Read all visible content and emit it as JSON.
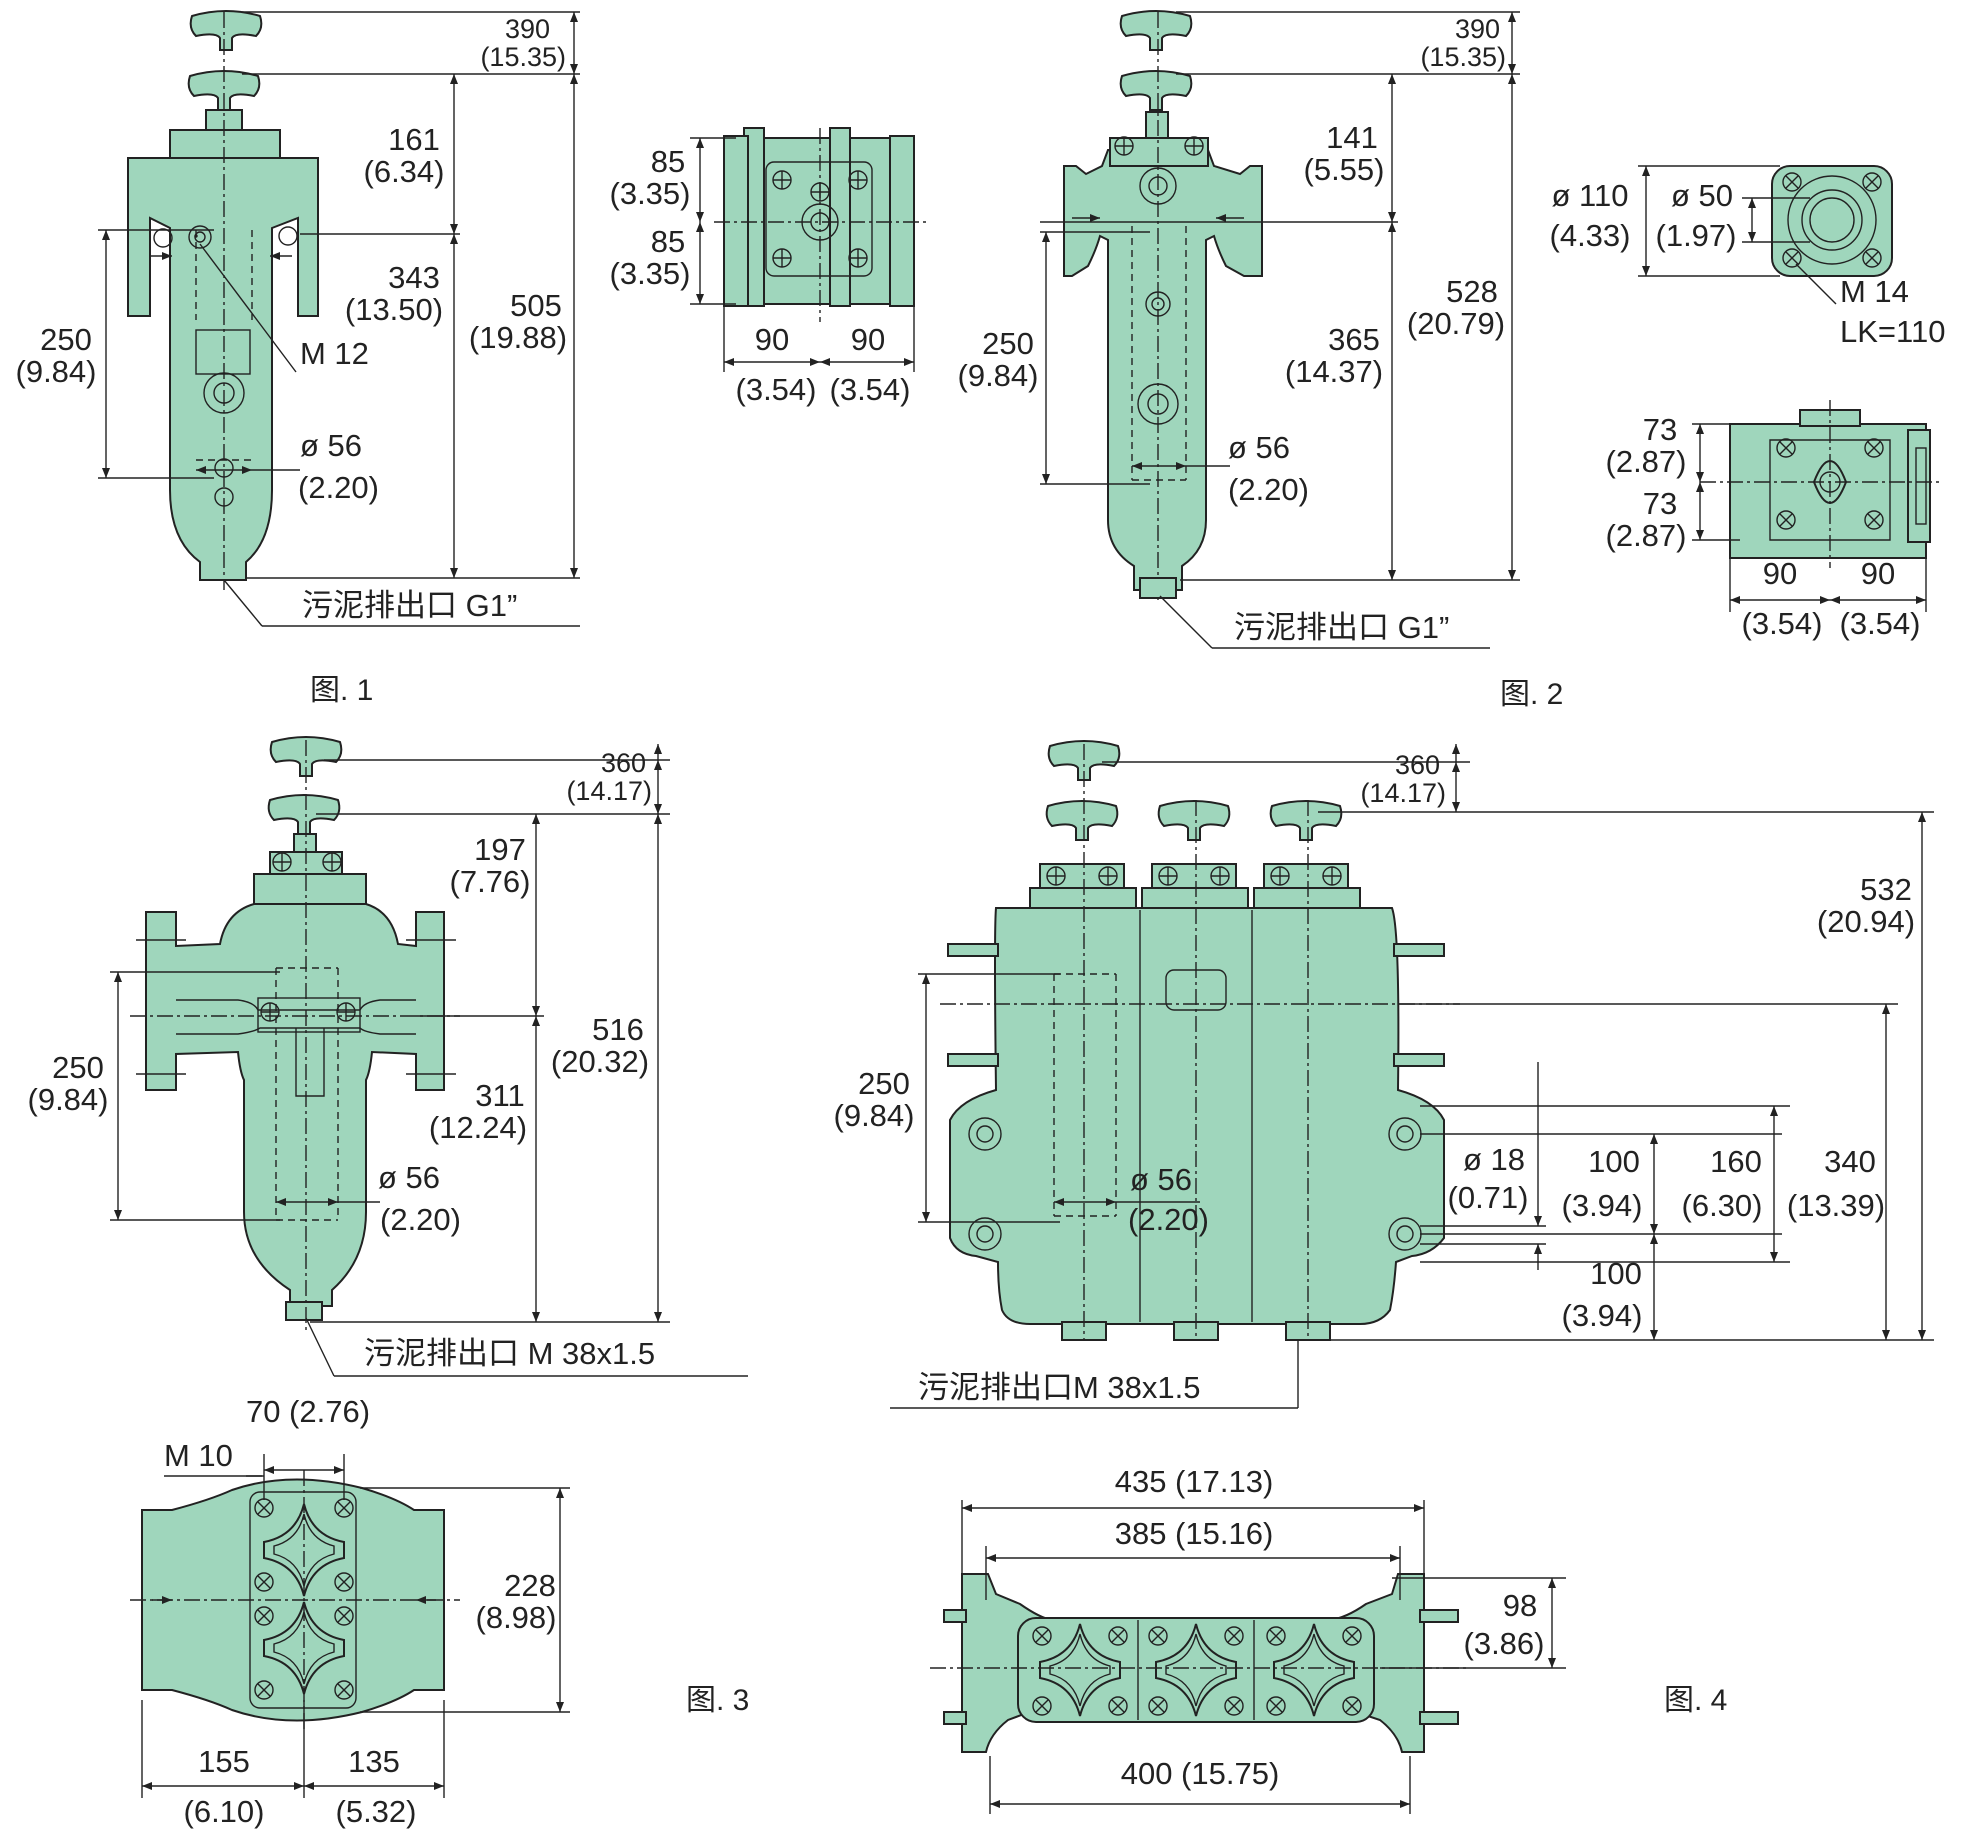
{
  "fig1": {
    "caption": "图. 1",
    "dim_top": "390",
    "dim_top_in": "(15.35)",
    "dim_161": "161",
    "dim_161_in": "(6.34)",
    "dim_343": "343",
    "dim_343_in": "(13.50)",
    "dim_505": "505",
    "dim_505_in": "(19.88)",
    "dim_250": "250",
    "dim_250_in": "(9.84)",
    "thread": "M 12",
    "dia": "ø 56",
    "dia_in": "(2.20)",
    "drain": "污泥排出口 G1”"
  },
  "fig1_side": {
    "dim_85a": "85",
    "dim_85a_in": "(3.35)",
    "dim_85b": "85",
    "dim_85b_in": "(3.35)",
    "dim_90a": "90",
    "dim_90a_in": "(3.54)",
    "dim_90b": "90",
    "dim_90b_in": "(3.54)"
  },
  "fig2": {
    "caption": "图. 2",
    "dim_top": "390",
    "dim_top_in": "(15.35)",
    "dim_141": "141",
    "dim_141_in": "(5.55)",
    "dim_365": "365",
    "dim_365_in": "(14.37)",
    "dim_528": "528",
    "dim_528_in": "(20.79)",
    "dim_250": "250",
    "dim_250_in": "(9.84)",
    "dia": "ø 56",
    "dia_in": "(2.20)",
    "drain": "污泥排出口 G1”",
    "flange_dia": "ø 110",
    "flange_dia_in": "(4.33)",
    "bore_dia": "ø 50",
    "bore_dia_in": "(1.97)",
    "bolt": "M 14",
    "lk": "LK=110",
    "dim_73a": "73",
    "dim_73a_in": "(2.87)",
    "dim_73b": "73",
    "dim_73b_in": "(2.87)",
    "dim_90a": "90",
    "dim_90a_in": "(3.54)",
    "dim_90b": "90",
    "dim_90b_in": "(3.54)"
  },
  "fig3": {
    "caption": "图. 3",
    "dim_top": "360",
    "dim_top_in": "(14.17)",
    "dim_197": "197",
    "dim_197_in": "(7.76)",
    "dim_311": "311",
    "dim_311_in": "(12.24)",
    "dim_516": "516",
    "dim_516_in": "(20.32)",
    "dim_250": "250",
    "dim_250_in": "(9.84)",
    "dia": "ø 56",
    "dia_in": "(2.20)",
    "drain": "污泥排出口 M 38x1.5",
    "dim_70": "70 (2.76)",
    "bolt": "M 10",
    "dim_228": "228",
    "dim_228_in": "(8.98)",
    "dim_155": "155",
    "dim_155_in": "(6.10)",
    "dim_135": "135",
    "dim_135_in": "(5.32)"
  },
  "fig4": {
    "caption": "图. 4",
    "dim_top": "360",
    "dim_top_in": "(14.17)",
    "dim_532": "532",
    "dim_532_in": "(20.94)",
    "dim_250": "250",
    "dim_250_in": "(9.84)",
    "dia": "ø 56",
    "dia_in": "(2.20)",
    "hole": "ø 18",
    "hole_in": "(0.71)",
    "dim_100a": "100",
    "dim_100a_in": "(3.94)",
    "dim_100b": "100",
    "dim_100b_in": "(3.94)",
    "dim_160": "160",
    "dim_160_in": "(6.30)",
    "dim_340": "340",
    "dim_340_in": "(13.39)",
    "drain": "污泥排出口M 38x1.5",
    "dim_435": "435 (17.13)",
    "dim_385": "385 (15.16)",
    "dim_400": "400 (15.75)",
    "dim_98": "98",
    "dim_98_in": "(3.86)"
  },
  "colors": {
    "body": "#9fd6bc",
    "line": "#222222"
  }
}
